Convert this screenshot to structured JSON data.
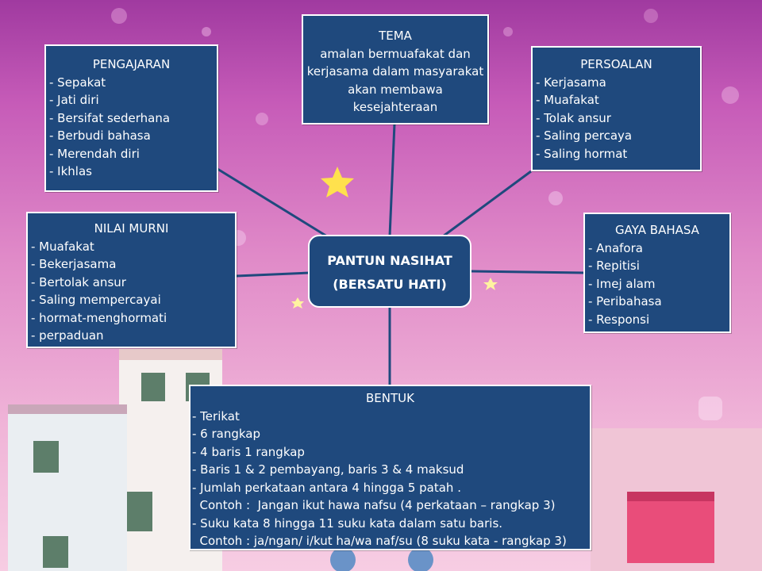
{
  "center": {
    "line1": "PANTUN NASIHAT",
    "line2": "(BERSATU HATI)"
  },
  "tema": {
    "title": "TEMA",
    "lines": [
      "amalan bermuafakat dan",
      "kerjasama dalam masyarakat",
      "akan membawa",
      "kesejahteraan"
    ]
  },
  "pengajaran": {
    "title": "PENGAJARAN",
    "items": [
      "- Sepakat",
      "- Jati diri",
      "- Bersifat sederhana",
      "- Berbudi bahasa",
      "- Merendah diri",
      "- Ikhlas"
    ]
  },
  "persoalan": {
    "title": "PERSOALAN",
    "items": [
      "- Kerjasama",
      "- Muafakat",
      "- Tolak ansur",
      "- Saling percaya",
      "- Saling hormat"
    ]
  },
  "nilai_murni": {
    "title": "NILAI MURNI",
    "items": [
      "- Muafakat",
      "- Bekerjasama",
      "- Bertolak ansur",
      "- Saling mempercayai",
      "- hormat-menghormati",
      "- perpaduan"
    ]
  },
  "gaya_bahasa": {
    "title": "GAYA BAHASA",
    "items": [
      "- Anafora",
      "- Repitisi",
      "- Imej alam",
      "- Peribahasa",
      "- Responsi"
    ]
  },
  "bentuk": {
    "title": "BENTUK",
    "items": [
      "- Terikat",
      "- 6 rangkap",
      "- 4 baris 1 rangkap",
      "- Baris 1 & 2 pembayang, baris 3 & 4 maksud",
      "- Jumlah perkataan antara 4 hingga 5 patah .",
      "  Contoh :  Jangan ikut hawa nafsu (4 perkataan – rangkap 3)",
      "- Suku kata 8 hingga 11 suku kata dalam satu baris.",
      "  Contoh : ja/ngan/ i/kut ha/wa naf/su (8 suku kata - rangkap 3)"
    ]
  },
  "colors": {
    "box_fill": "#1f497d",
    "box_border": "#ffffff",
    "text": "#ffffff"
  }
}
